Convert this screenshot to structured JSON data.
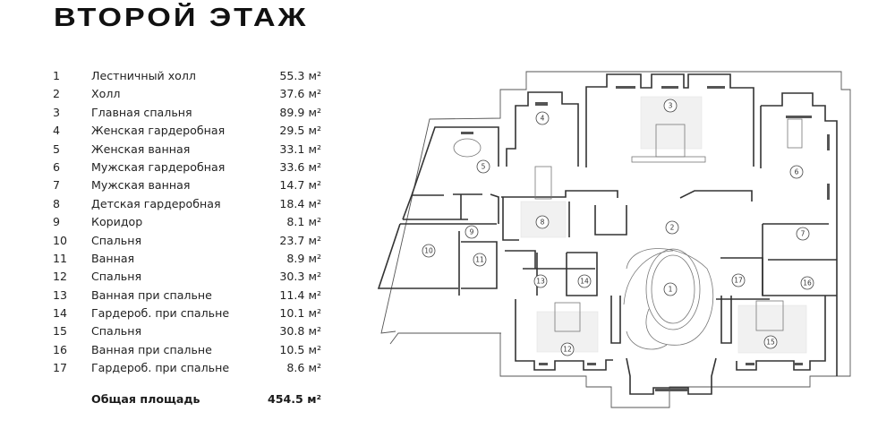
{
  "page": {
    "title": "ВТОРОЙ ЭТАЖ"
  },
  "legend": {
    "rooms": [
      {
        "num": "1",
        "name": "Лестничный холл",
        "area": "55.3 м²"
      },
      {
        "num": "2",
        "name": "Холл",
        "area": "37.6 м²"
      },
      {
        "num": "3",
        "name": "Главная спальня",
        "area": "89.9 м²"
      },
      {
        "num": "4",
        "name": "Женская гардеробная",
        "area": "29.5 м²"
      },
      {
        "num": "5",
        "name": "Женская ванная",
        "area": "33.1 м²"
      },
      {
        "num": "6",
        "name": "Мужская гардеробная",
        "area": "33.6 м²"
      },
      {
        "num": "7",
        "name": "Мужская ванная",
        "area": "14.7 м²"
      },
      {
        "num": "8",
        "name": "Детская гардеробная",
        "area": "18.4 м²"
      },
      {
        "num": "9",
        "name": "Коридор",
        "area": "8.1 м²"
      },
      {
        "num": "10",
        "name": "Спальня",
        "area": "23.7 м²"
      },
      {
        "num": "11",
        "name": "Ванная",
        "area": "8.9 м²"
      },
      {
        "num": "12",
        "name": "Спальня",
        "area": "30.3 м²"
      },
      {
        "num": "13",
        "name": "Ванная при спальне",
        "area": "11.4 м²"
      },
      {
        "num": "14",
        "name": "Гардероб. при спальне",
        "area": "10.1 м²"
      },
      {
        "num": "15",
        "name": "Спальня",
        "area": "30.8 м²"
      },
      {
        "num": "16",
        "name": "Ванная при спальне",
        "area": "10.5 м²"
      },
      {
        "num": "17",
        "name": "Гардероб. при спальне",
        "area": "8.6 м²"
      }
    ],
    "total": {
      "label": "Общая площадь",
      "area": "454.5 м²"
    }
  },
  "plan": {
    "markers": [
      "1",
      "2",
      "3",
      "4",
      "5",
      "6",
      "7",
      "8",
      "9",
      "10",
      "11",
      "12",
      "13",
      "14",
      "15",
      "16",
      "17"
    ]
  }
}
